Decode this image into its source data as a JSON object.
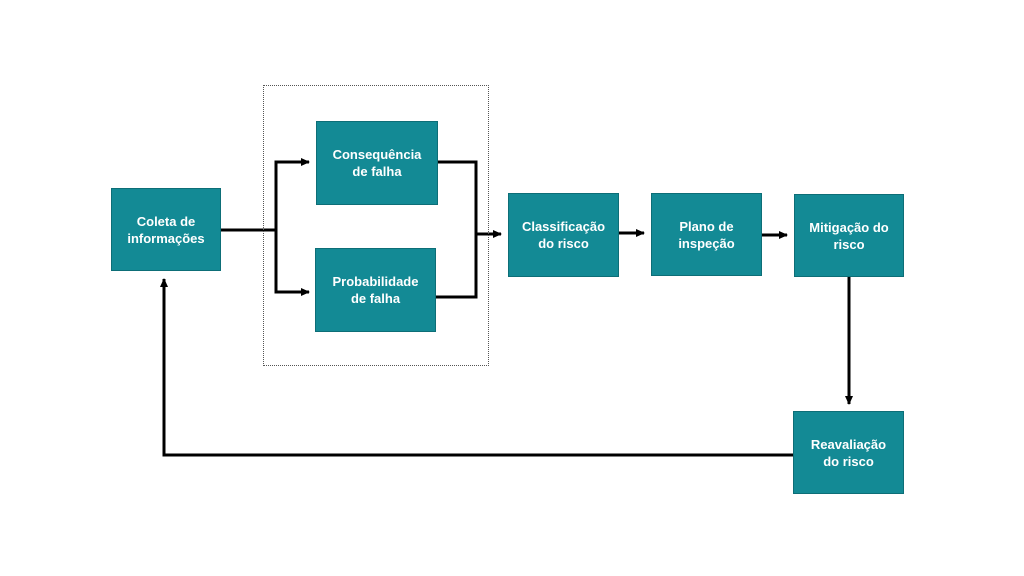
{
  "colors": {
    "box_fill": "#138a95",
    "box_text": "#ffffff",
    "connector": "#000000",
    "group_border": "#555555"
  },
  "nodes": {
    "coleta": {
      "line1": "Coleta de",
      "line2": "informações"
    },
    "consequencia": {
      "line1": "Consequência",
      "line2": "de falha"
    },
    "probabilidade": {
      "line1": "Probabilidade",
      "line2": "de falha"
    },
    "classificacao": {
      "line1": "Classificação",
      "line2": "do risco"
    },
    "plano": {
      "line1": "Plano de",
      "line2": "inspeção"
    },
    "mitigacao": {
      "line1": "Mitigação do",
      "line2": "risco"
    },
    "reavaliacao": {
      "line1": "Reavaliação",
      "line2": "do risco"
    }
  },
  "edges": [
    {
      "from": "coleta",
      "to": "consequencia"
    },
    {
      "from": "coleta",
      "to": "probabilidade"
    },
    {
      "from": "consequencia",
      "to": "classificacao"
    },
    {
      "from": "probabilidade",
      "to": "classificacao"
    },
    {
      "from": "classificacao",
      "to": "plano"
    },
    {
      "from": "plano",
      "to": "mitigacao"
    },
    {
      "from": "mitigacao",
      "to": "reavaliacao"
    },
    {
      "from": "reavaliacao",
      "to": "coleta"
    }
  ]
}
